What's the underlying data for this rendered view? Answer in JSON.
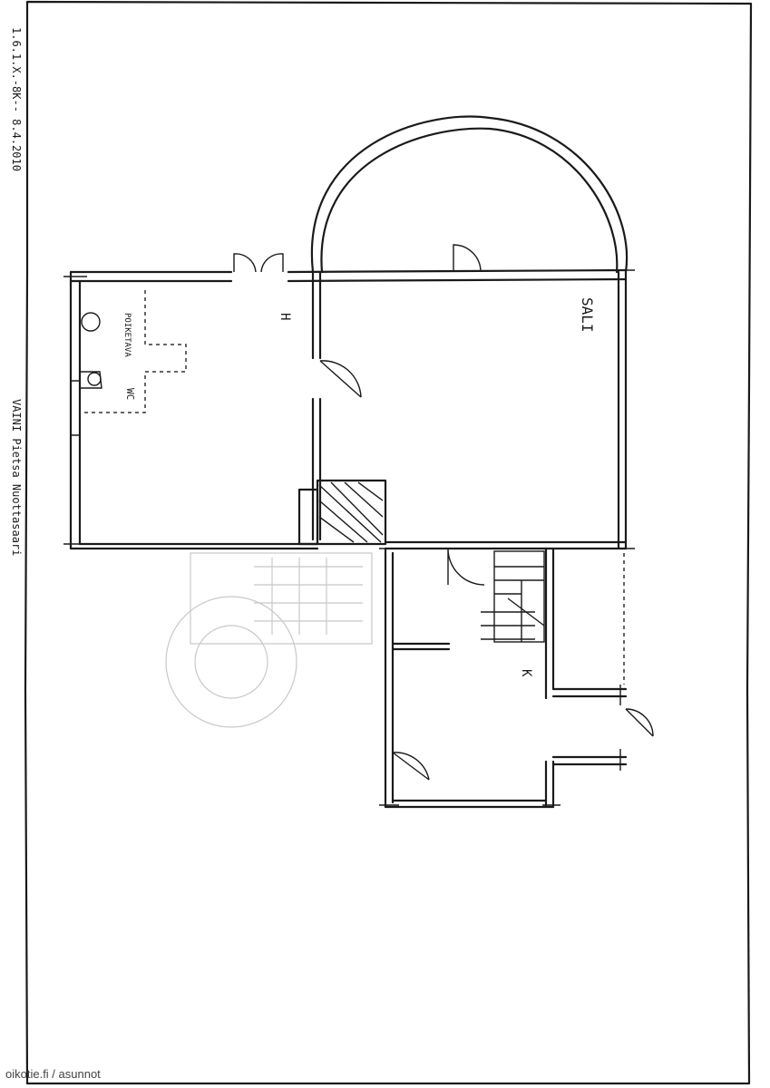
{
  "plan": {
    "rooms": {
      "eteinen": "H",
      "sali": "SALI",
      "keittio": "K",
      "wc": "WC",
      "wc_note": "POIKETAVA"
    },
    "margin_note": "VAINI Pietsa Nuottasaari",
    "margin_code": "1.6.1.X.-8K-- 8.4.2010"
  },
  "source": "oikotie.fi / asunnot"
}
